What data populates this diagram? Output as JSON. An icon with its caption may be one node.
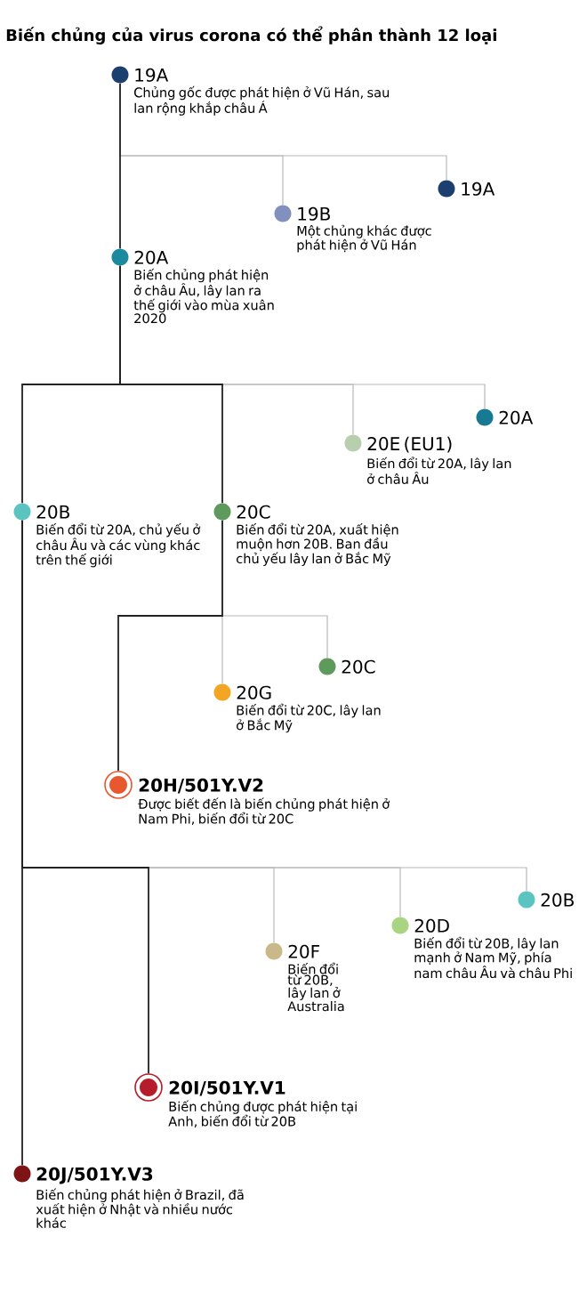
{
  "diagram": {
    "title": "Biến chủng của virus corona có thể phân thành 12 loại",
    "nodes": [
      {
        "text": [
          "19A",
          "Chủng gốc được phát hiện ở Vũ Hán, sau lan rộng khắp châu Á"
        ]
      },
      {
        "text": [
          "19B",
          "Một chủng khác được phát hiện ở Vũ Hán"
        ]
      },
      {
        "text": [
          "19A"
        ]
      },
      {
        "text": [
          "20A",
          "Biến chủng phát hiện ở châu Âu, lây lan ra thế giới vào mùa xuân 2020"
        ]
      },
      {
        "text": [
          "20E (EU1)",
          "Biến đổi từ 20A, lây lan ở châu Âu"
        ]
      },
      {
        "text": [
          "20A"
        ]
      },
      {
        "text": [
          "20B",
          "Biến đổi từ 20A, chủ yếu ở châu Âu và các vùng khác trên thế giới"
        ]
      },
      {
        "text": [
          "20C",
          "Biến đổi từ 20A, xuất hiện muộn hơn 20B. Ban đầu chủ yếu lây lan ở Bắc Mỹ"
        ]
      },
      {
        "text": [
          "20G",
          "Biến đổi từ 20C, lây lan ở Bắc Mỹ"
        ]
      },
      {
        "text": [
          "20C"
        ]
      },
      {
        "text": [
          "20H/501Y.V2",
          "Được biết đến là biến chủng phát hiện ở Nam Phi, biến đổi từ 20C"
        ]
      },
      {
        "text": [
          "20F",
          "Biến đổi từ 20B, lây lan ở Australia"
        ]
      },
      {
        "text": [
          "20D",
          "Biến đổi từ 20B, lây lan mạnh ở Nam Mỹ, phía nam châu Âu và châu Phi"
        ]
      },
      {
        "text": [
          "20B"
        ]
      },
      {
        "text": [
          "20I/501Y.V1",
          "Biến chủng được phát hiện tại Anh, biến đổi từ 20B"
        ]
      },
      {
        "text": [
          "20J/501Y.V3",
          "Biến chủng phát hiện ở Brazil, đã xuất hiện ở Nhật và nhiều nước khác"
        ]
      }
    ],
    "edges": [
      {
        "from": 0,
        "to": 3,
        "arrow": "none",
        "color": "#222222"
      },
      {
        "from": 0,
        "to": 1,
        "arrow": "none",
        "color": "#b8b8b8"
      },
      {
        "from": 0,
        "to": 2,
        "arrow": "none",
        "color": "#b8b8b8"
      },
      {
        "from": 3,
        "to": 6,
        "arrow": "none",
        "color": "#222222"
      },
      {
        "from": 3,
        "to": 7,
        "arrow": "none",
        "color": "#222222"
      },
      {
        "from": 3,
        "to": 4,
        "arrow": "none",
        "color": "#b8b8b8"
      },
      {
        "from": 3,
        "to": 5,
        "arrow": "none",
        "color": "#b8b8b8"
      },
      {
        "from": 7,
        "to": 10,
        "arrow": "none",
        "color": "#222222"
      },
      {
        "from": 7,
        "to": 8,
        "arrow": "none",
        "color": "#b8b8b8"
      },
      {
        "from": 7,
        "to": 9,
        "arrow": "none",
        "color": "#b8b8b8"
      },
      {
        "from": 6,
        "to": 14,
        "arrow": "none",
        "color": "#222222"
      },
      {
        "from": 6,
        "to": 15,
        "arrow": "none",
        "color": "#222222"
      },
      {
        "from": 6,
        "to": 11,
        "arrow": "none",
        "color": "#b8b8b8"
      },
      {
        "from": 6,
        "to": 12,
        "arrow": "none",
        "color": "#b8b8b8"
      },
      {
        "from": 6,
        "to": 13,
        "arrow": "none",
        "color": "#b8b8b8"
      }
    ]
  }
}
